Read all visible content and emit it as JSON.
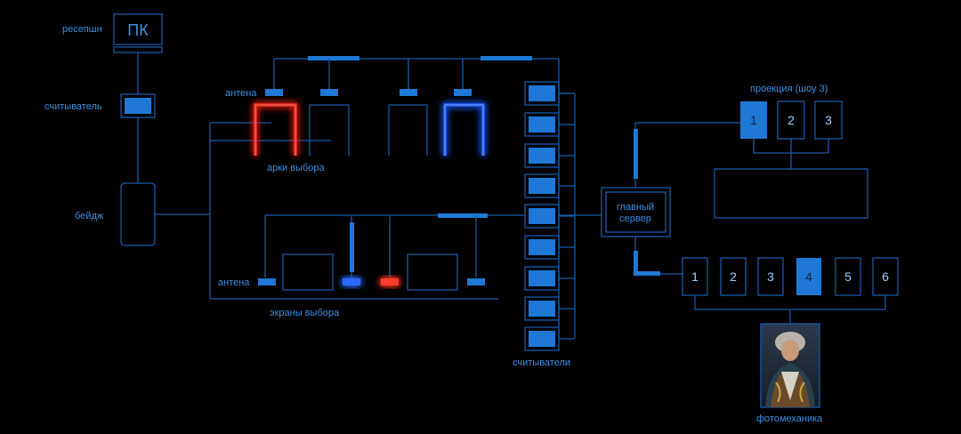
{
  "colors": {
    "background": "#000000",
    "line": "#1a5aa8",
    "accent": "#1f78d6",
    "glow_red": "#ff2a1a",
    "glow_blue": "#1e5cff"
  },
  "labels": {
    "reception": "ресепшн",
    "pc": "ПК",
    "reader": "считыватель",
    "badge": "бейдж",
    "antenna_top": "антена",
    "arches": "арки выбора",
    "antenna_bottom": "антена",
    "screens": "экраны выбора",
    "readers": "считыватели",
    "main_server": "главный\nсервер",
    "main_server_line1": "главный",
    "main_server_line2": "сервер",
    "projection": "проекция (шоу 3)",
    "photomechanics": "фотомеханика"
  },
  "projection_boxes": [
    "1",
    "2",
    "3"
  ],
  "projection_active": "1",
  "photo_boxes": [
    "1",
    "2",
    "3",
    "4",
    "5",
    "6"
  ],
  "photo_active": "4",
  "portrait_icon": "portrait-painting-icon"
}
